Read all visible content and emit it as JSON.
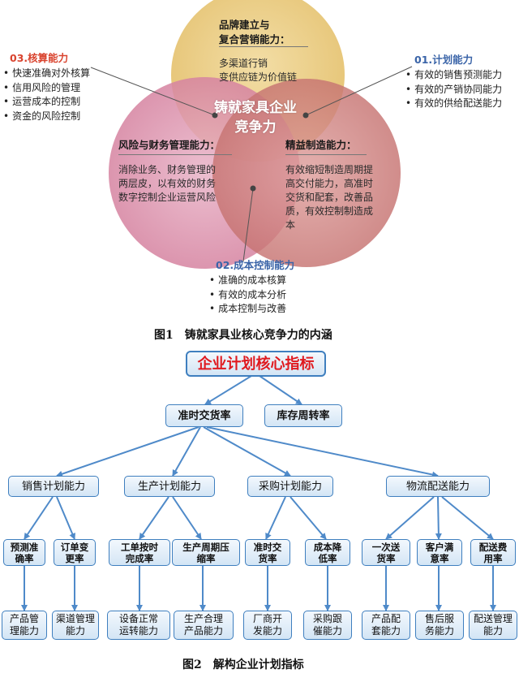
{
  "figure1": {
    "center_label": [
      "铸就家具企业",
      "竞争力"
    ],
    "circle_top": {
      "title": [
        "品牌建立与",
        "复合营销能力："
      ],
      "lines": [
        "多渠道行销",
        "变供应链为价值链"
      ]
    },
    "circle_left": {
      "title": "风险与财务管理能力：",
      "lines": [
        "消除业务、财务管理的",
        "两层皮，以有效的财务",
        "数字控制企业运营风险"
      ]
    },
    "circle_right": {
      "title": "精益制造能力：",
      "lines": [
        "有效缩短制造周期提",
        "高交付能力，高准时",
        "交货和配套，改善品",
        "质，有效控制制造成",
        "本"
      ]
    },
    "callout_03": {
      "title": "03.核算能力",
      "items": [
        "快速准确对外核算",
        "信用风险的管理",
        "运营成本的控制",
        "资金的风险控制"
      ]
    },
    "callout_01": {
      "title": "01.计划能力",
      "items": [
        "有效的销售预测能力",
        "有效的产销协同能力",
        "有效的供给配送能力"
      ]
    },
    "callout_02": {
      "title": "02.成本控制能力",
      "items": [
        "准确的成本核算",
        "有效的成本分析",
        "成本控制与改善"
      ]
    },
    "caption": "图1　铸就家具业核心竞争力的内涵",
    "colors": {
      "top": "#e8c87a",
      "left": "#d9849f",
      "right": "#c77573",
      "callout_red": "#d9432e",
      "callout_blue": "#3a64a8"
    }
  },
  "figure2": {
    "root": "企业计划核心指标",
    "level1": [
      "准时交货率",
      "库存周转率"
    ],
    "level2": [
      "销售计划能力",
      "生产计划能力",
      "采购计划能力",
      "物流配送能力"
    ],
    "level3": [
      [
        "预测准",
        "确率"
      ],
      [
        "订单变",
        "更率"
      ],
      [
        "工单按时",
        "完成率"
      ],
      [
        "生产周期压",
        "缩率"
      ],
      [
        "准时交",
        "货率"
      ],
      [
        "成本降",
        "低率"
      ],
      [
        "一次送",
        "货率"
      ],
      [
        "客户满",
        "意率"
      ],
      [
        "配送费",
        "用率"
      ]
    ],
    "level4": [
      [
        "产品管",
        "理能力"
      ],
      [
        "渠道管理",
        "能力"
      ],
      [
        "设备正常",
        "运转能力"
      ],
      [
        "生产合理",
        "产品能力"
      ],
      [
        "厂商开",
        "发能力"
      ],
      [
        "采购跟",
        "催能力"
      ],
      [
        "产品配",
        "套能力"
      ],
      [
        "售后服",
        "务能力"
      ],
      [
        "配送管理",
        "能力"
      ]
    ],
    "caption": "图2　解构企业计划指标",
    "colors": {
      "border": "#3f7fbf",
      "arrow": "#4f8ac9",
      "root_text": "#e0191f"
    }
  }
}
